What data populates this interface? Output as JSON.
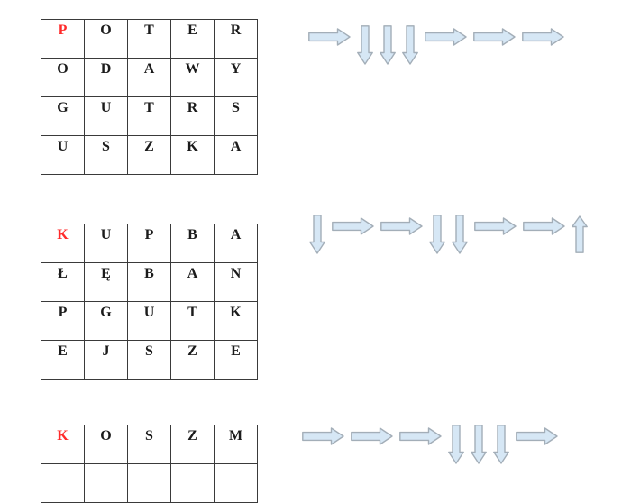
{
  "page": {
    "background": "#ffffff",
    "description": "word-maze worksheet: letter grids with arrow path sequences"
  },
  "colors": {
    "arrow_fill": "#d6e7f5",
    "arrow_stroke": "#a3aeb8",
    "grid_border": "#3a3a3a",
    "letter": "#1b1b1b",
    "highlight_letter": "#ff2a2a"
  },
  "grids": [
    {
      "name": "grid-1",
      "rows": [
        [
          "P",
          "O",
          "T",
          "E",
          "R"
        ],
        [
          "O",
          "D",
          "A",
          "W",
          "Y"
        ],
        [
          "G",
          "U",
          "T",
          "R",
          "S"
        ],
        [
          "U",
          "S",
          "Z",
          "K",
          "A"
        ]
      ],
      "highlight": {
        "row": 0,
        "col": 0,
        "color": "#ff2a2a"
      }
    },
    {
      "name": "grid-2",
      "rows": [
        [
          "K",
          "U",
          "P",
          "B",
          "A"
        ],
        [
          "Ł",
          "Ę",
          "B",
          "A",
          "N"
        ],
        [
          "P",
          "G",
          "U",
          "T",
          "K"
        ],
        [
          "E",
          "J",
          "S",
          "Z",
          "E"
        ]
      ],
      "highlight": {
        "row": 0,
        "col": 0,
        "color": "#ff2a2a"
      }
    },
    {
      "name": "grid-3",
      "rows": [
        [
          "K",
          "O",
          "S",
          "Z",
          "M"
        ],
        [
          "",
          "",
          "",
          "",
          ""
        ]
      ],
      "highlight": {
        "row": 0,
        "col": 0,
        "color": "#ff2a2a"
      }
    }
  ],
  "arrow_sequences": [
    {
      "name": "sequence-1",
      "directions": [
        "right",
        "down",
        "down",
        "down",
        "right",
        "right",
        "right"
      ]
    },
    {
      "name": "sequence-2",
      "directions": [
        "down",
        "right",
        "right",
        "down",
        "down",
        "right",
        "right",
        "up"
      ]
    },
    {
      "name": "sequence-3",
      "directions": [
        "right",
        "right",
        "right",
        "down",
        "down",
        "down",
        "right"
      ]
    }
  ]
}
